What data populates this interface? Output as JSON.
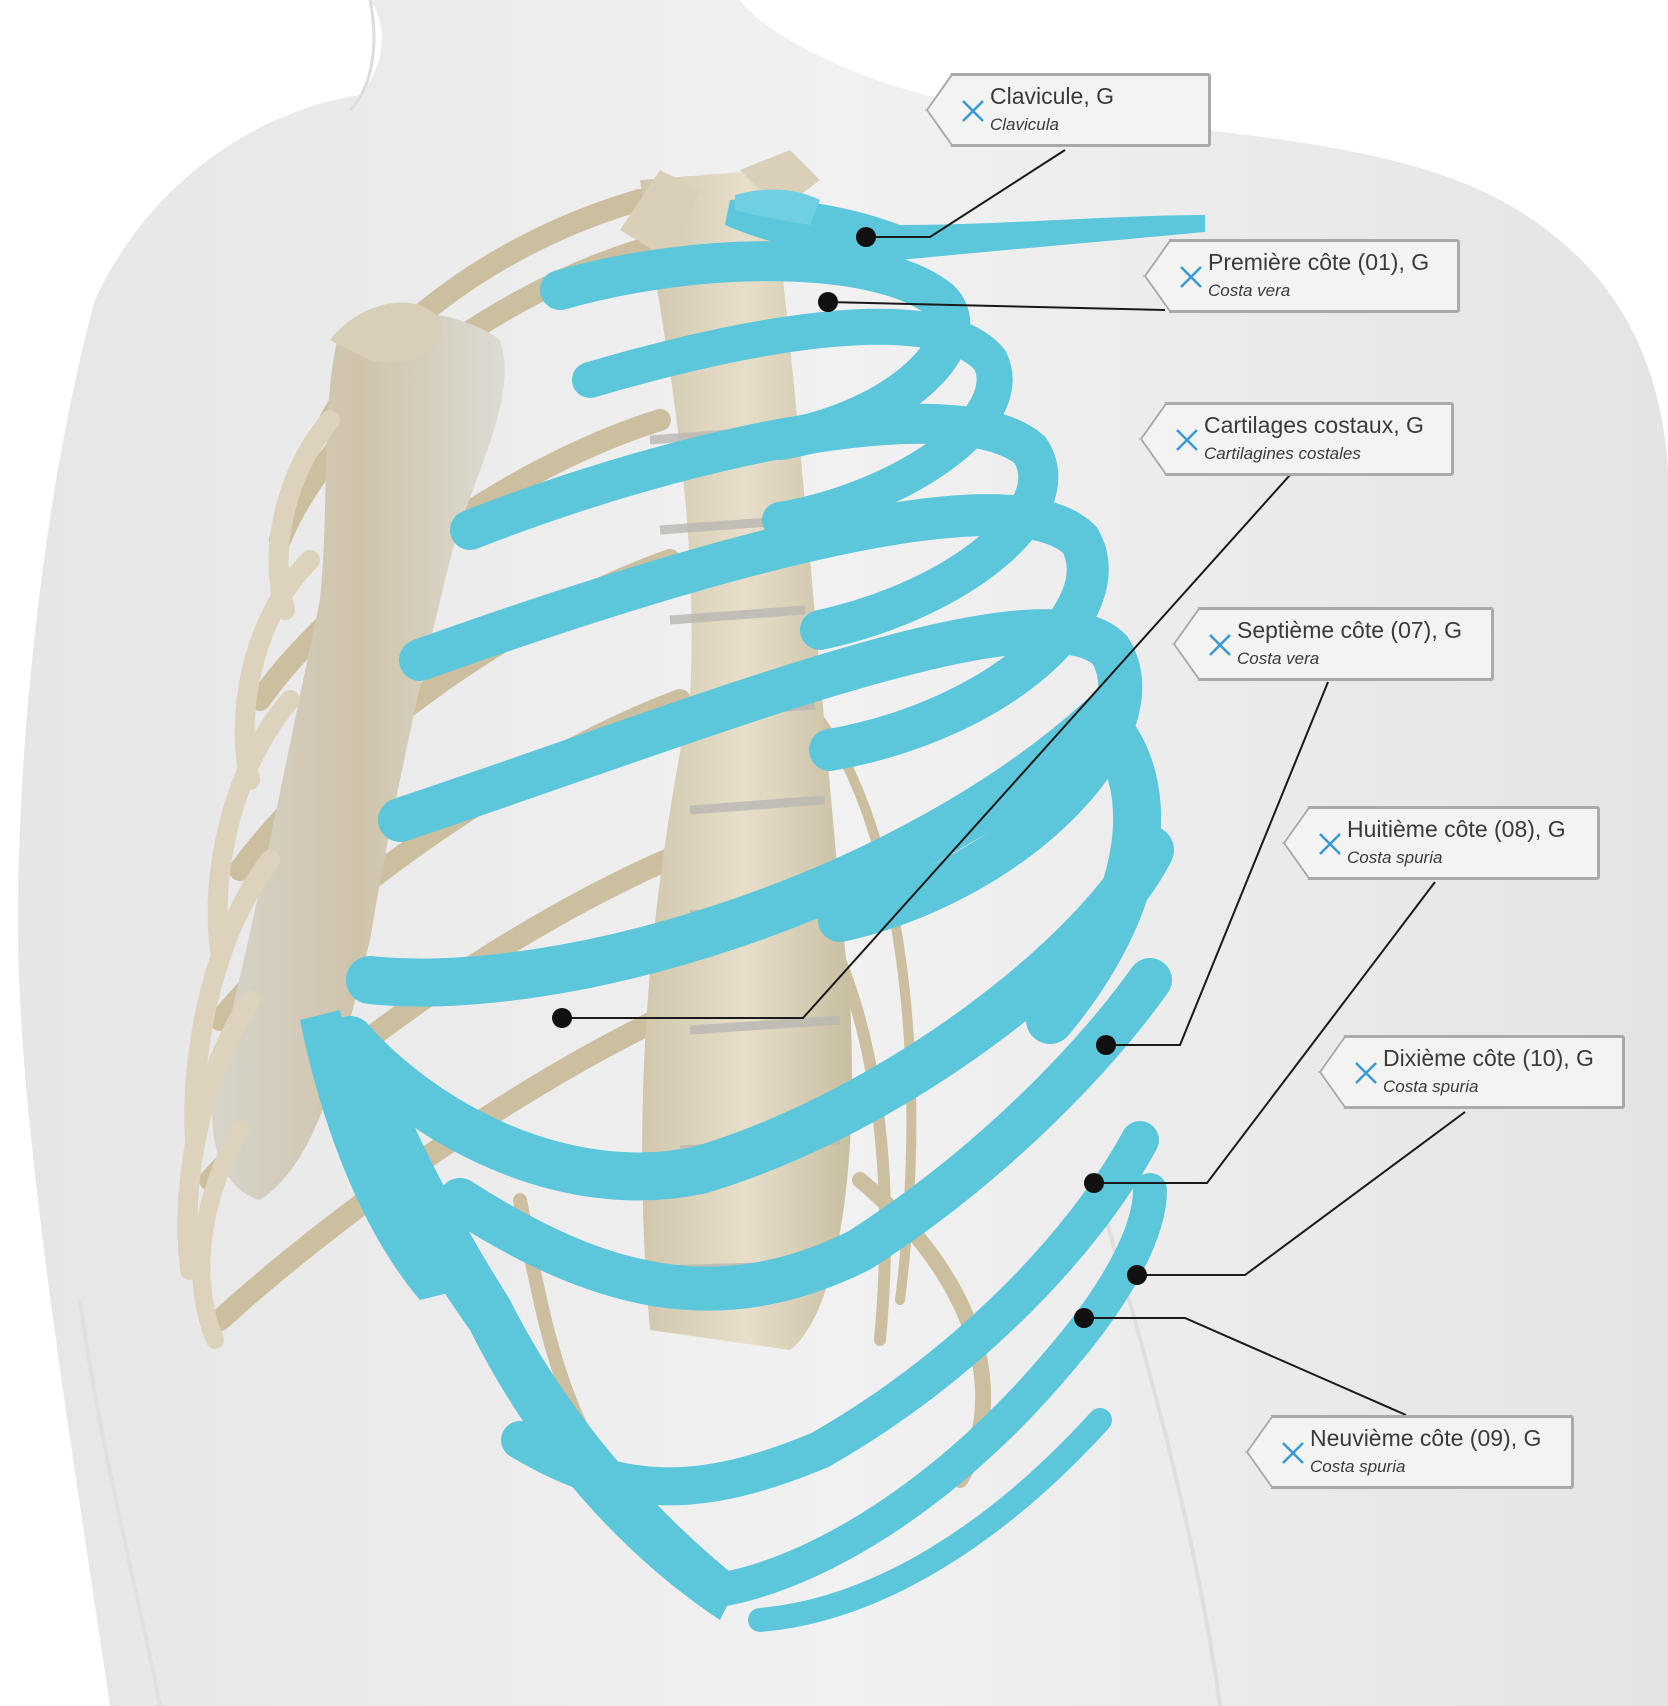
{
  "labels": [
    {
      "id": "clavicule",
      "title": "Clavicule, G",
      "latin": "Clavicula"
    },
    {
      "id": "premiere-cote",
      "title": "Première côte (01), G",
      "latin": "Costa vera"
    },
    {
      "id": "cartilages",
      "title": "Cartilages costaux, G",
      "latin": "Cartilagines costales"
    },
    {
      "id": "septieme-cote",
      "title": "Septième côte (07), G",
      "latin": "Costa vera"
    },
    {
      "id": "huitieme-cote",
      "title": "Huitième côte (08), G",
      "latin": "Costa spuria"
    },
    {
      "id": "dixieme-cote",
      "title": "Dixième côte (10), G",
      "latin": "Costa spuria"
    },
    {
      "id": "neuvieme-cote",
      "title": "Neuvième côte (09), G",
      "latin": "Costa spuria"
    }
  ],
  "colors": {
    "highlight": "#5cc6db",
    "bone": "#ddd3bd",
    "cartilage": "#d9d6cc",
    "body": "#eeeeee",
    "label_bg": "#f3f4f2",
    "label_border": "#a9abaa",
    "close_icon": "#3b9ad1",
    "leader": "#1a1a1a"
  },
  "icons": {
    "close": "close-icon"
  }
}
